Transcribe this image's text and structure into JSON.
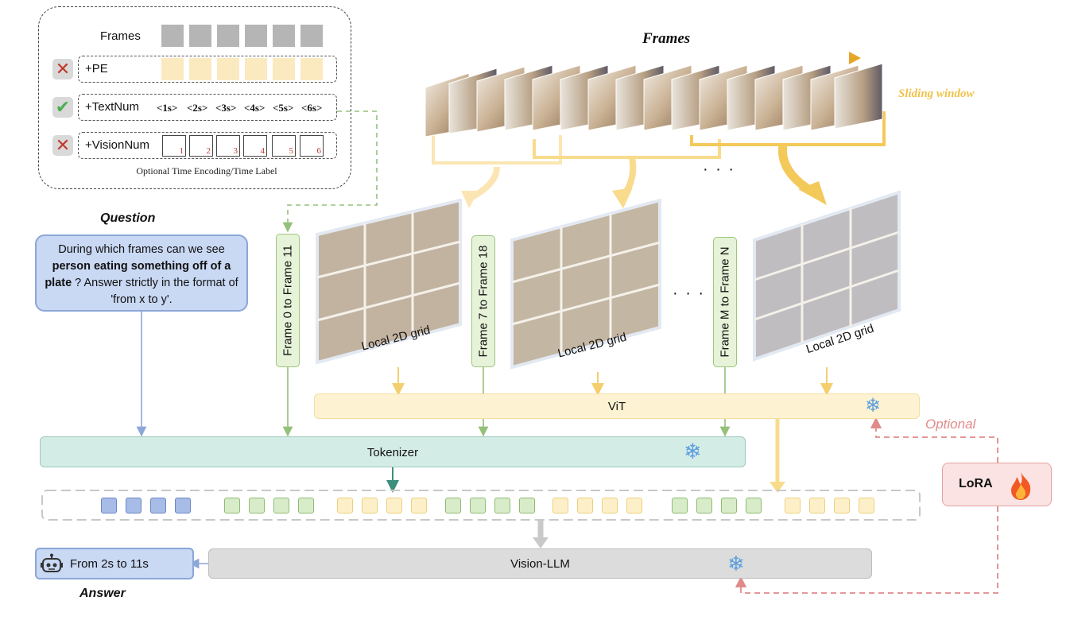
{
  "time_encoding": {
    "frames_label": "Frames",
    "pe_label": "+PE",
    "textnum_label": "+TextNum",
    "textnum_tokens": [
      "<1s>",
      "<2s>",
      "<3s>",
      "<4s>",
      "<5s>",
      "<6s>"
    ],
    "visionnum_label": "+VisionNum",
    "visionnum_digits": [
      "1",
      "2",
      "3",
      "4",
      "5",
      "6"
    ],
    "caption": "Optional Time Encoding/Time Label"
  },
  "frames_title": "Frames",
  "sliding_window": "Sliding window",
  "dots": "· · ·",
  "question": {
    "title": "Question",
    "text_before": "During which frames can we see ",
    "text_bold": "person eating something off of a plate",
    "text_after": " ? Answer strictly in the format of 'from x to y'."
  },
  "frame_labels": [
    "Frame 0 to Frame 11",
    "Frame 7 to Frame 18",
    "Frame M to Frame N"
  ],
  "grid_label": "Local 2D grid",
  "vit_label": "ViT",
  "tokenizer_label": "Tokenizer",
  "vision_llm_label": "Vision-LLM",
  "optional_label": "Optional",
  "lora_label": "LoRA",
  "answer": {
    "title": "Answer",
    "text": "From 2s to 11s"
  },
  "colors": {
    "green_box": "#e6f3d8",
    "yellow_bar": "#fdf3d2",
    "teal_bar": "#d4ece6",
    "grey_bar": "#dcdcdc",
    "blue_box": "#c9d8f3",
    "lora_box": "#fbe3e3",
    "optional_pink": "#e08a8a",
    "arrow_yellow": "#f7d67a"
  },
  "icons": [
    "cross-icon",
    "check-icon",
    "snowflake-icon",
    "fire-icon",
    "robot-icon"
  ]
}
